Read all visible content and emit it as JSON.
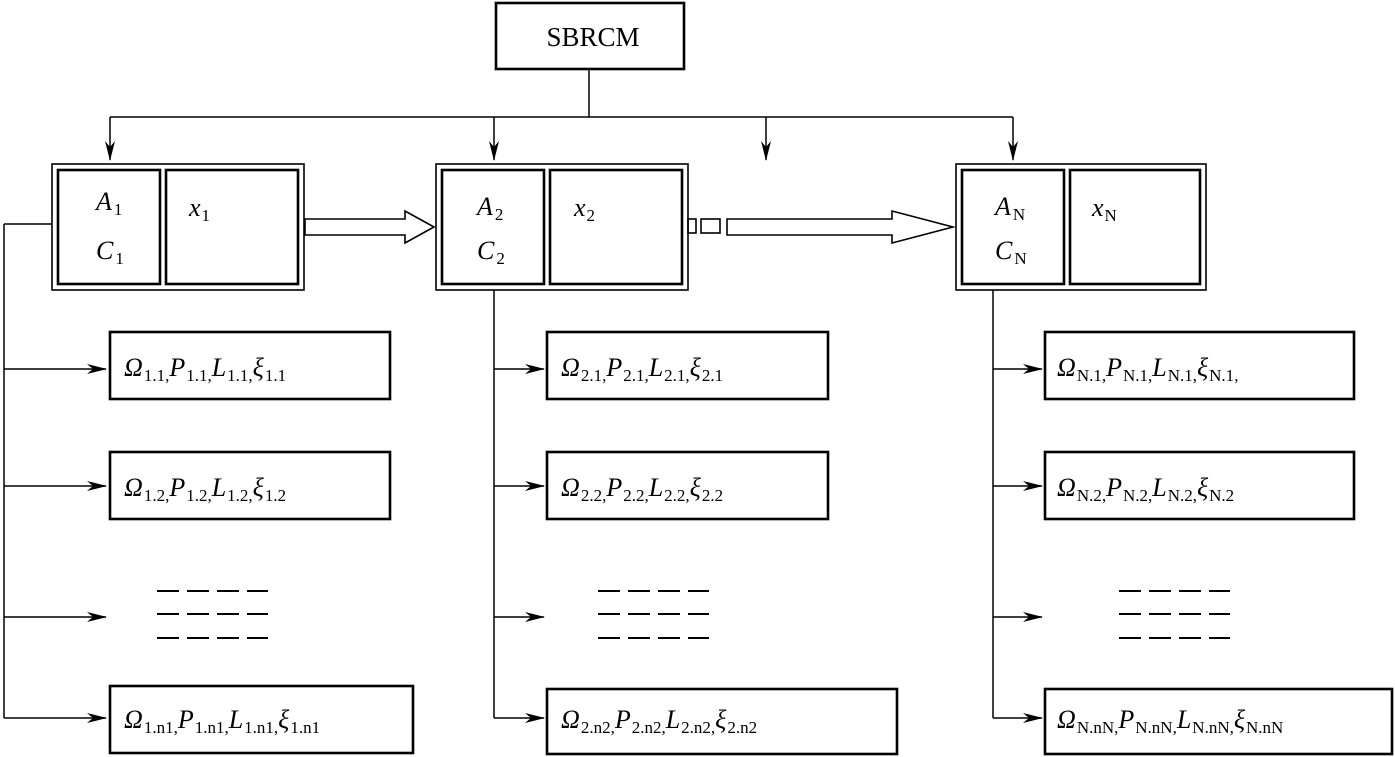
{
  "root": {
    "label": "SBRCM"
  },
  "modules": [
    {
      "A": "A",
      "C": "C",
      "x": "x",
      "sub": "1"
    },
    {
      "A": "A",
      "C": "C",
      "x": "x",
      "sub": "2"
    },
    {
      "A": "A",
      "C": "C",
      "x": "x",
      "sub": "N"
    }
  ],
  "param_symbols": {
    "omega": "Ω",
    "p": "P",
    "l": "L",
    "xi": "ξ"
  },
  "param_rows": [
    [
      {
        "sub": "1.1",
        "trailing": ""
      },
      {
        "sub": "1.2",
        "trailing": ""
      },
      {
        "sub": "1.n1",
        "trailing": ""
      }
    ],
    [
      {
        "sub": "2.1",
        "trailing": ""
      },
      {
        "sub": "2.2",
        "trailing": ""
      },
      {
        "sub": "2.n2",
        "trailing": ""
      }
    ],
    [
      {
        "sub": "N.1",
        "trailing": ","
      },
      {
        "sub": "N.2",
        "trailing": ""
      },
      {
        "sub": "N.nN",
        "trailing": ""
      }
    ]
  ],
  "separators": {
    "comma": ","
  }
}
